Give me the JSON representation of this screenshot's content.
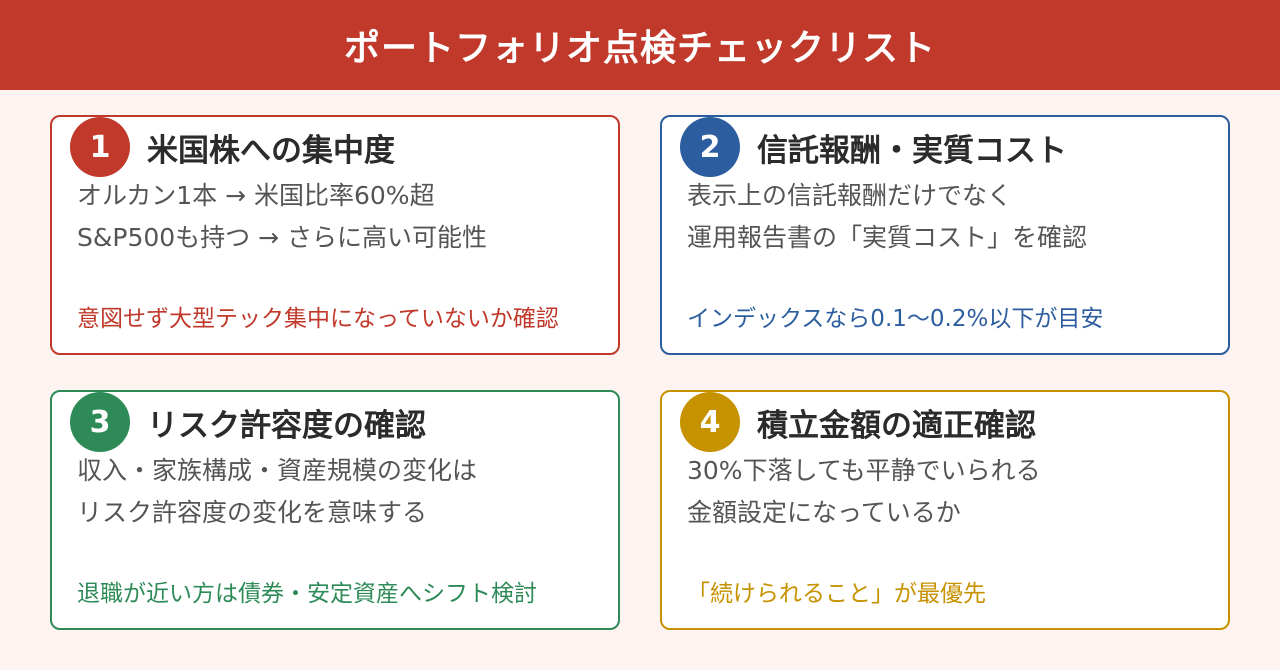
{
  "header": {
    "title": "ポートフォリオ点検チェックリスト"
  },
  "cards": [
    {
      "number": "1",
      "title": "米国株への集中度",
      "lines": [
        "オルカン1本 → 米国比率60%超",
        "S&P500も持つ → さらに高い可能性"
      ],
      "note": "意図せず大型テック集中になっていないか確認",
      "color": "#c0392b"
    },
    {
      "number": "2",
      "title": "信託報酬・実質コスト",
      "lines": [
        "表示上の信託報酬だけでなく",
        "運用報告書の「実質コスト」を確認"
      ],
      "note": "インデックスなら0.1〜0.2%以下が目安",
      "color": "#2c5d9e"
    },
    {
      "number": "3",
      "title": "リスク許容度の確認",
      "lines": [
        "収入・家族構成・資産規模の変化は",
        "リスク許容度の変化を意味する"
      ],
      "note": "退職が近い方は債券・安定資産へシフト検討",
      "color": "#2e8b57"
    },
    {
      "number": "4",
      "title": "積立金額の適正確認",
      "lines": [
        "30%下落しても平静でいられる",
        "金額設定になっているか"
      ],
      "note": "「続けられること」が最優先",
      "color": "#c69200"
    }
  ]
}
